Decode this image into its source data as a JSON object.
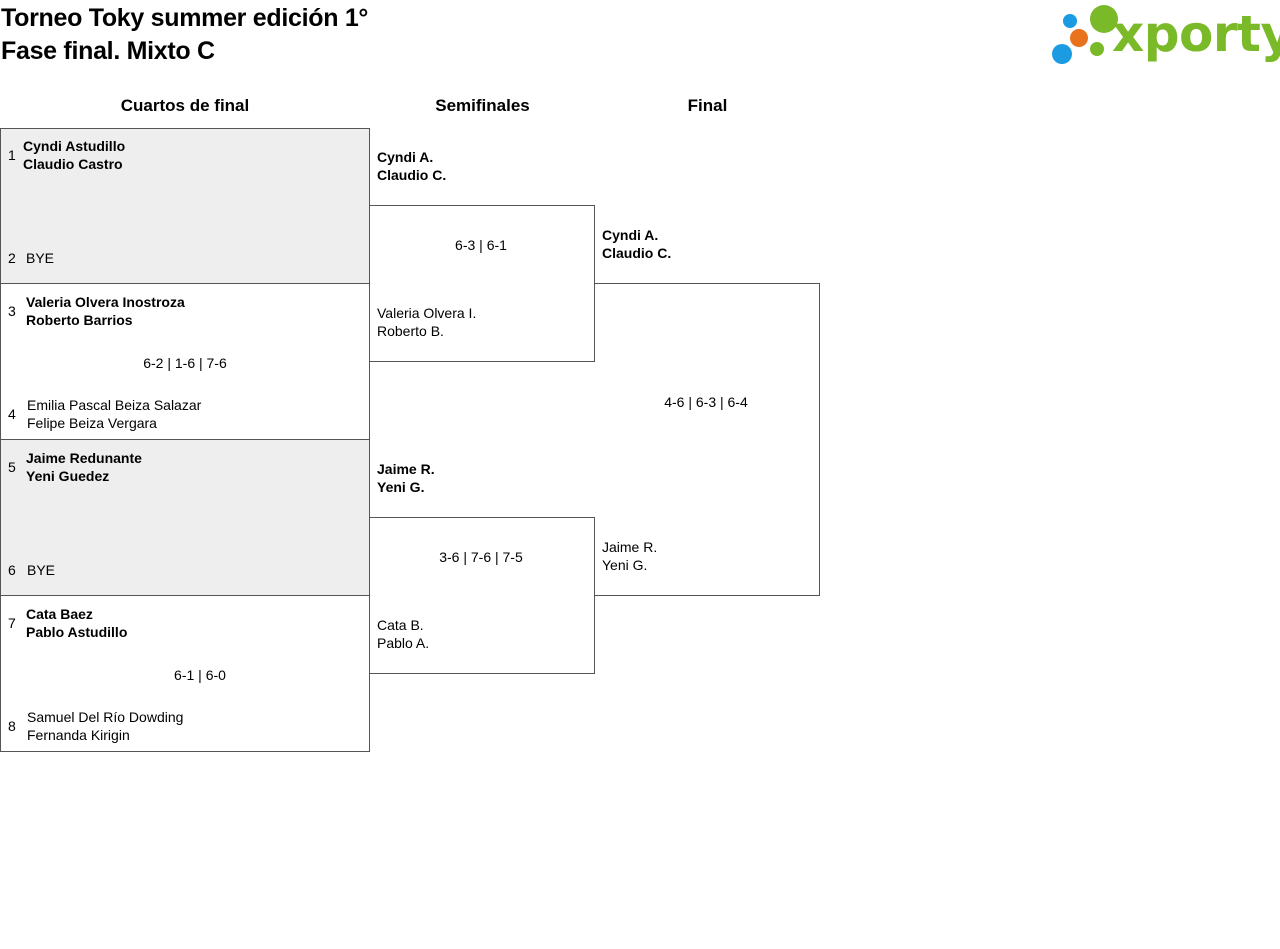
{
  "header": {
    "title_line1": "Torneo Toky summer edición 1°",
    "title_line2": "Fase final. Mixto C",
    "logo_text": "xporty",
    "logo_colors": {
      "green": "#7ab928",
      "orange": "#e8731c",
      "blue": "#1a9be2"
    }
  },
  "rounds": {
    "quarters": "Cuartos de final",
    "semis": "Semifinales",
    "final": "Final"
  },
  "quarterfinals": [
    {
      "seed_a": "1",
      "a1": "Cyndi Astudillo",
      "a2": "Claudio Castro",
      "seed_b": "2",
      "b1": "BYE",
      "b2": "",
      "score": ""
    },
    {
      "seed_a": "3",
      "a1": "Valeria Olvera Inostroza",
      "a2": "Roberto Barrios",
      "seed_b": "4",
      "b1": "Emilia Pascal Beiza Salazar",
      "b2": "Felipe Beiza Vergara",
      "score": "6-2 | 1-6 | 7-6"
    },
    {
      "seed_a": "5",
      "a1": "Jaime Redunante",
      "a2": "Yeni Guedez",
      "seed_b": "6",
      "b1": "BYE",
      "b2": "",
      "score": ""
    },
    {
      "seed_a": "7",
      "a1": "Cata Baez",
      "a2": "Pablo Astudillo",
      "seed_b": "8",
      "b1": "Samuel Del Río Dowding",
      "b2": "Fernanda Kirigin",
      "score": "6-1 | 6-0"
    }
  ],
  "semifinals": [
    {
      "a1": "Cyndi A.",
      "a2": "Claudio C.",
      "b1": "Valeria Olvera I.",
      "b2": "Roberto B.",
      "score": "6-3 | 6-1"
    },
    {
      "a1": "Jaime R.",
      "a2": "Yeni G.",
      "b1": "Cata B.",
      "b2": "Pablo A.",
      "score": "3-6 | 7-6 | 7-5"
    }
  ],
  "final": {
    "a1": "Cyndi A.",
    "a2": "Claudio C.",
    "b1": "Jaime R.",
    "b2": "Yeni G.",
    "score": "4-6 | 6-3 | 6-4"
  }
}
